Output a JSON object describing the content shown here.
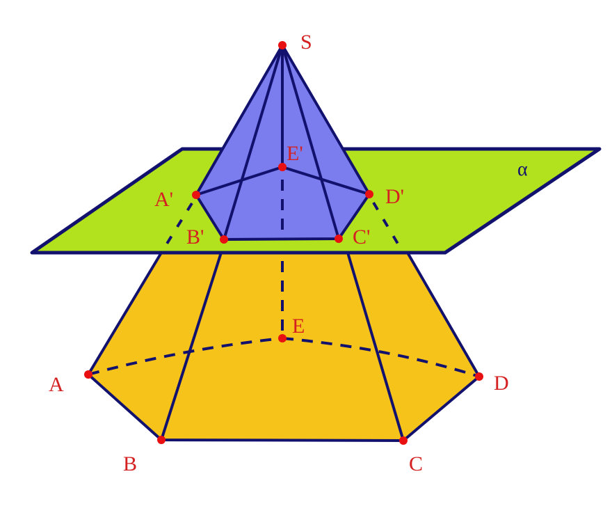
{
  "diagram": {
    "points": {
      "S": "S",
      "A1": "A'",
      "B1": "B'",
      "C1": "C'",
      "D1": "D'",
      "E1": "E'",
      "A": "A",
      "B": "B",
      "C": "C",
      "D": "D",
      "E": "E"
    },
    "plane_label": "α",
    "colors": {
      "plane": "#b2e21e",
      "pyramid": "#7b7cee",
      "frustum": "#f5c31a",
      "edge": "#12126e",
      "point": "#e81010",
      "label": "#d42020"
    }
  }
}
